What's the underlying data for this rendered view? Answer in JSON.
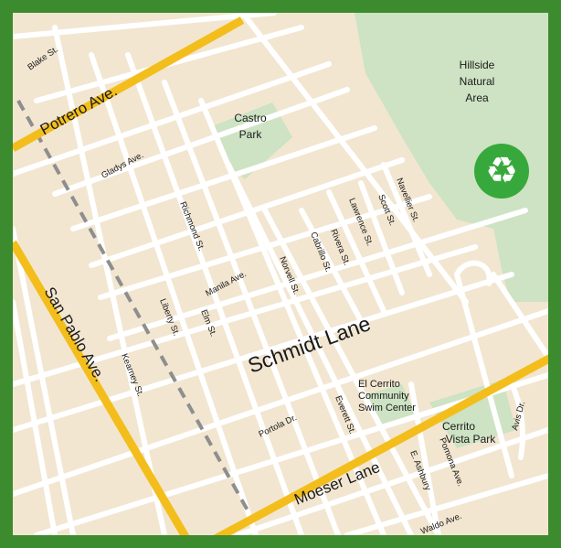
{
  "colors": {
    "border": "#3d8b2f",
    "land": "#f2e6d1",
    "park": "#cde3c3",
    "street": "#ffffff",
    "major_road": "#f3be1c",
    "rail": "#8e8e8e",
    "recycle": "#37a93c"
  },
  "icons": {
    "recycle": "recycle-icon"
  },
  "major_roads": {
    "potrero": "Potrero Ave.",
    "san_pablo": "San Pablo Ave.",
    "schmidt": "Schmidt Lane",
    "moeser": "Moeser Lane"
  },
  "streets": {
    "blake": "Blake St.",
    "gladys": "Gladys Ave.",
    "richmond": "Richmond St.",
    "manila": "Manila Ave.",
    "liberty": "Liberty St.",
    "elm": "Elm St.",
    "kearney": "Kearney St.",
    "norvell": "Norvell St.",
    "cabrillo": "Cabrillo St.",
    "rivera": "Rivera St.",
    "lawrence": "Lawrence St.",
    "scott": "Scott St.",
    "navellier": "Navellier St.",
    "portola": "Portola Dr.",
    "everett": "Everett St.",
    "ashbury": "E. Ashbury",
    "pomona": "Pomona Ave.",
    "avis": "Avis Dr.",
    "waldo": "Waldo Ave."
  },
  "places": {
    "hillside": [
      "Hillside",
      "Natural",
      "Area"
    ],
    "castro": [
      "Castro",
      "Park"
    ],
    "swim": [
      "El Cerrito",
      "Community",
      "Swim Center"
    ],
    "cerrito_vista": [
      "Cerrito",
      "Vista Park"
    ]
  }
}
